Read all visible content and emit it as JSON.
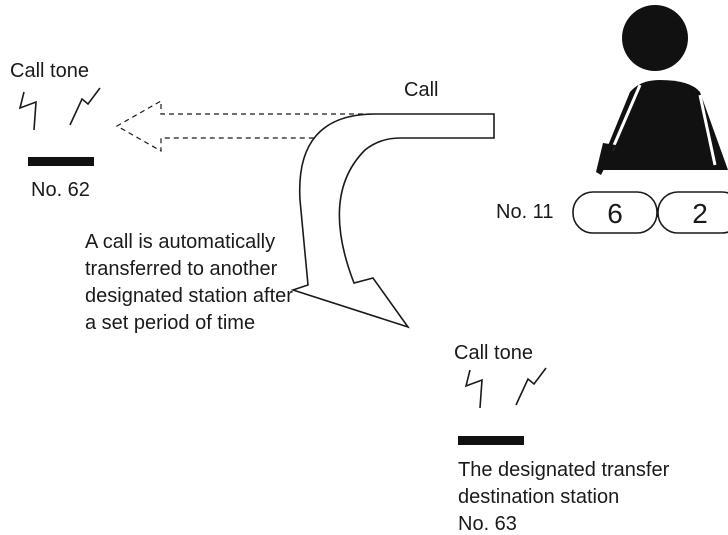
{
  "station_left": {
    "tone_label": "Call tone",
    "number_label": "No. 62"
  },
  "caller": {
    "number_label": "No. 11",
    "keys": [
      "6",
      "2"
    ]
  },
  "call_label": "Call",
  "transfer_note": [
    "A call is automatically",
    "transferred to another",
    "designated station after",
    "a set period of time"
  ],
  "station_dest": {
    "tone_label": "Call tone",
    "description": [
      "The designated transfer",
      "destination station",
      "No. 63"
    ]
  }
}
